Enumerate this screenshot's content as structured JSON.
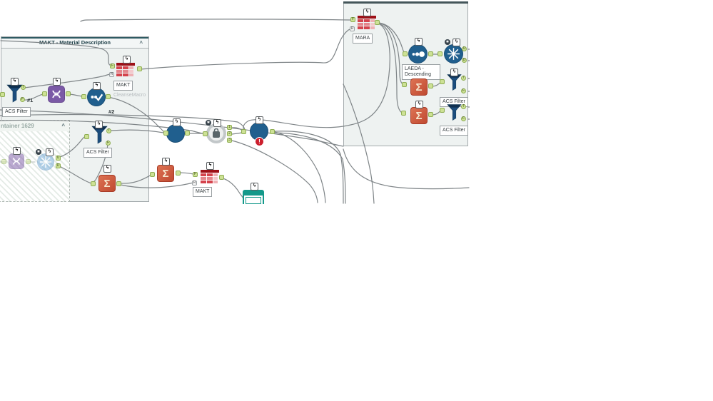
{
  "icons": {
    "lightning": "ϟ",
    "gear": "✱",
    "chevron_up": "^",
    "sigma": "Σ",
    "error_mark": "!"
  },
  "anchors": {
    "t": "T",
    "f": "F",
    "r": "R",
    "o": "O",
    "u": "U",
    "d": "D",
    "one": "1",
    "two": "2",
    "three": "3"
  },
  "containers": {
    "makt_title": "MAKT - Material Description",
    "c1629_title": "ntainer 1629"
  },
  "labels": {
    "acs_filter": "ACS Filter",
    "makt": "MAKT",
    "mara": "MARA",
    "laeda": "LAEDA - Descending",
    "cleanse_macro": "CleanseMacro",
    "conn1": "#1",
    "conn2": "#2"
  }
}
